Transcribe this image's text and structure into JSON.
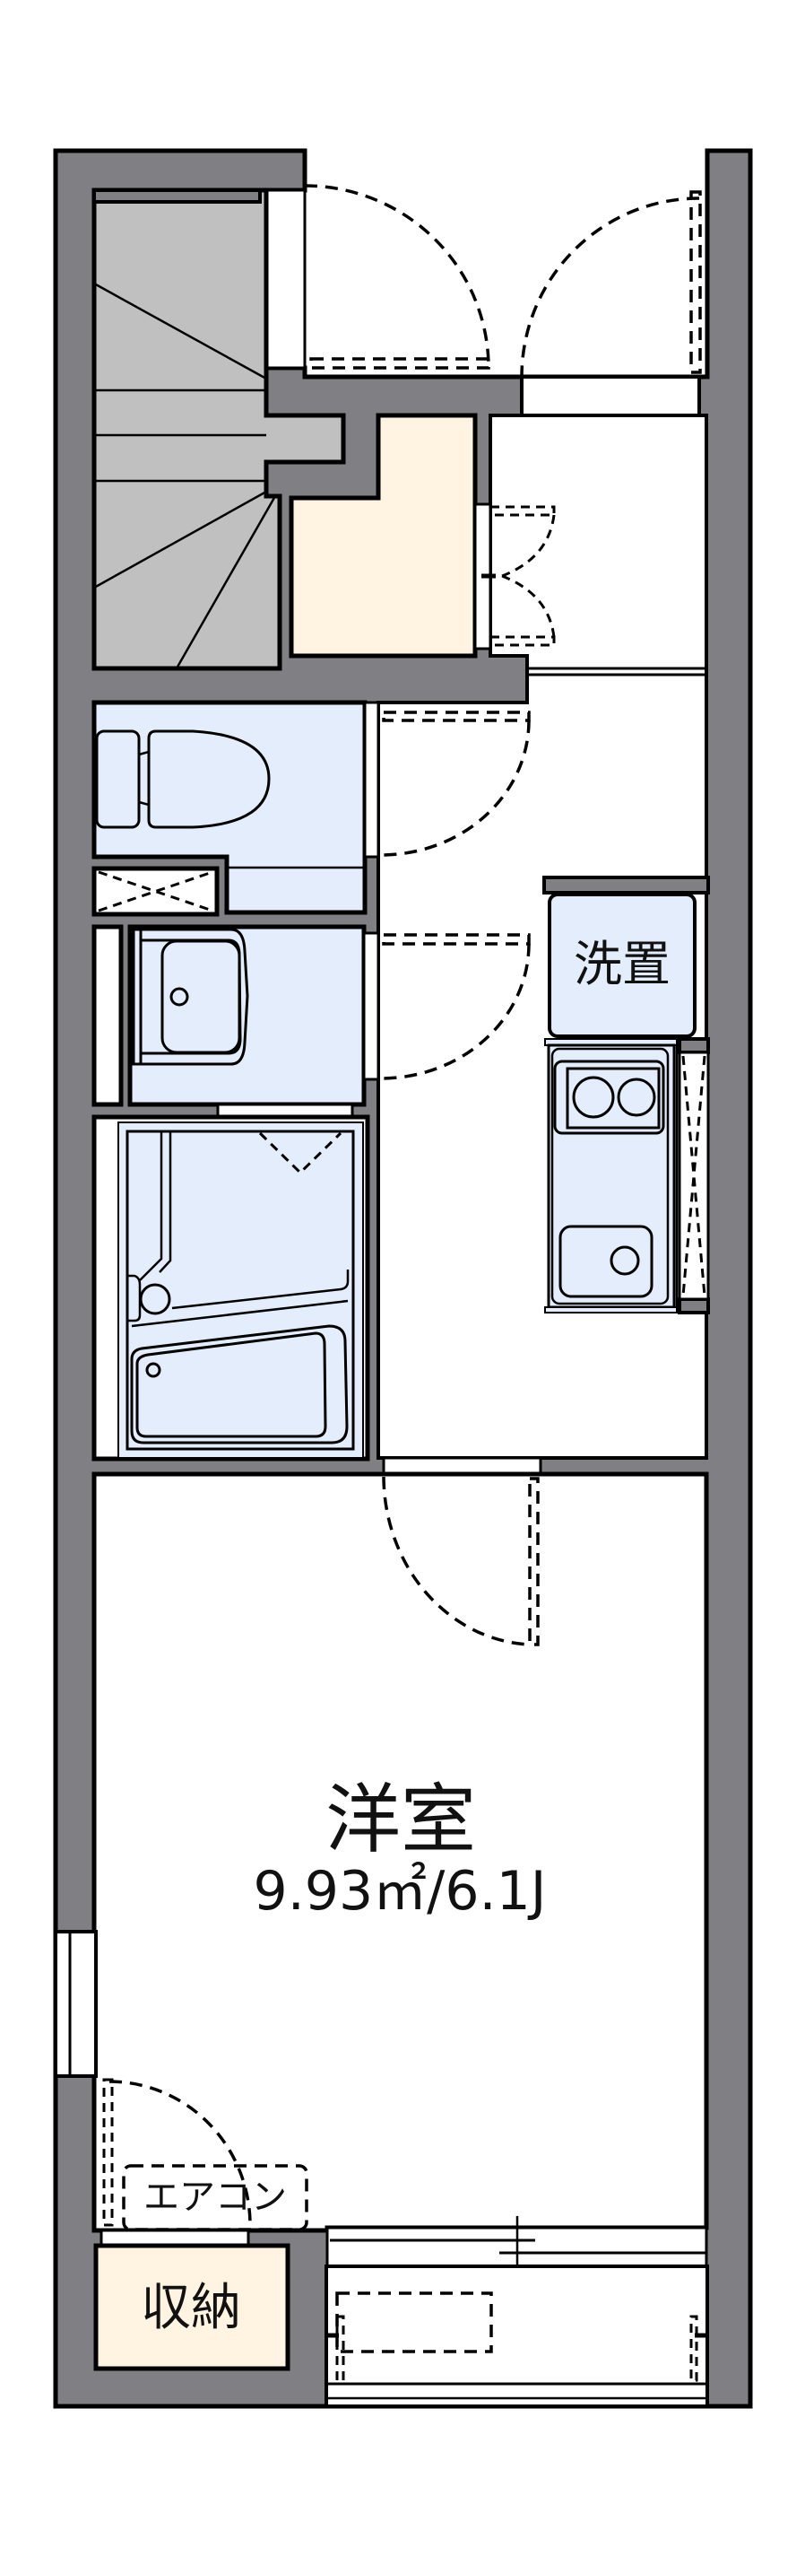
{
  "rooms": {
    "western_room": {
      "label": "洋室",
      "area": "9.93㎡/6.1J"
    },
    "closet": {
      "label": "収納"
    },
    "washer_space": {
      "label": "洗置"
    }
  },
  "fixtures": {
    "air_conditioner": {
      "label": "エアコン"
    }
  },
  "symbols": [
    "staircase",
    "entrance-door",
    "storage-door",
    "folding-door",
    "toilet",
    "pipe-shaft",
    "washbasin",
    "unit-bath",
    "bathtub",
    "ventilation-fan",
    "kitchen-stove",
    "kitchen-sink",
    "room-door",
    "window",
    "sliding-sash",
    "balcony",
    "outdoor-ac-unit"
  ],
  "colors": {
    "wall": "#807f84",
    "stair": "#c0c0c0",
    "storage": "#fff4e2",
    "wet_area": "#e3edfb",
    "line": "#000000",
    "background": "#ffffff",
    "label": "#111111"
  }
}
